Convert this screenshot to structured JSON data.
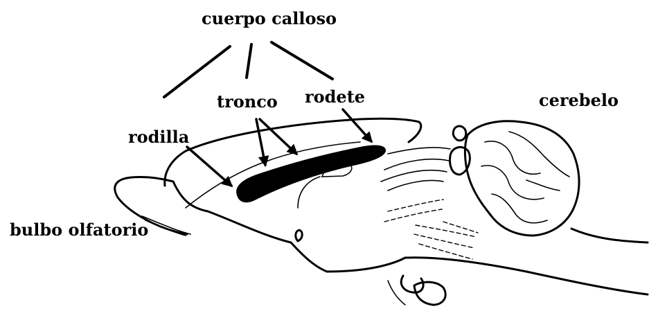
{
  "labels": {
    "corpus_callosum": "cuerpo calloso",
    "trunk": "tronco",
    "splenium": "rodete",
    "genu": "rodilla",
    "olfactory_bulb": "bulbo olfatorio",
    "cerebellum": "cerebelo"
  }
}
